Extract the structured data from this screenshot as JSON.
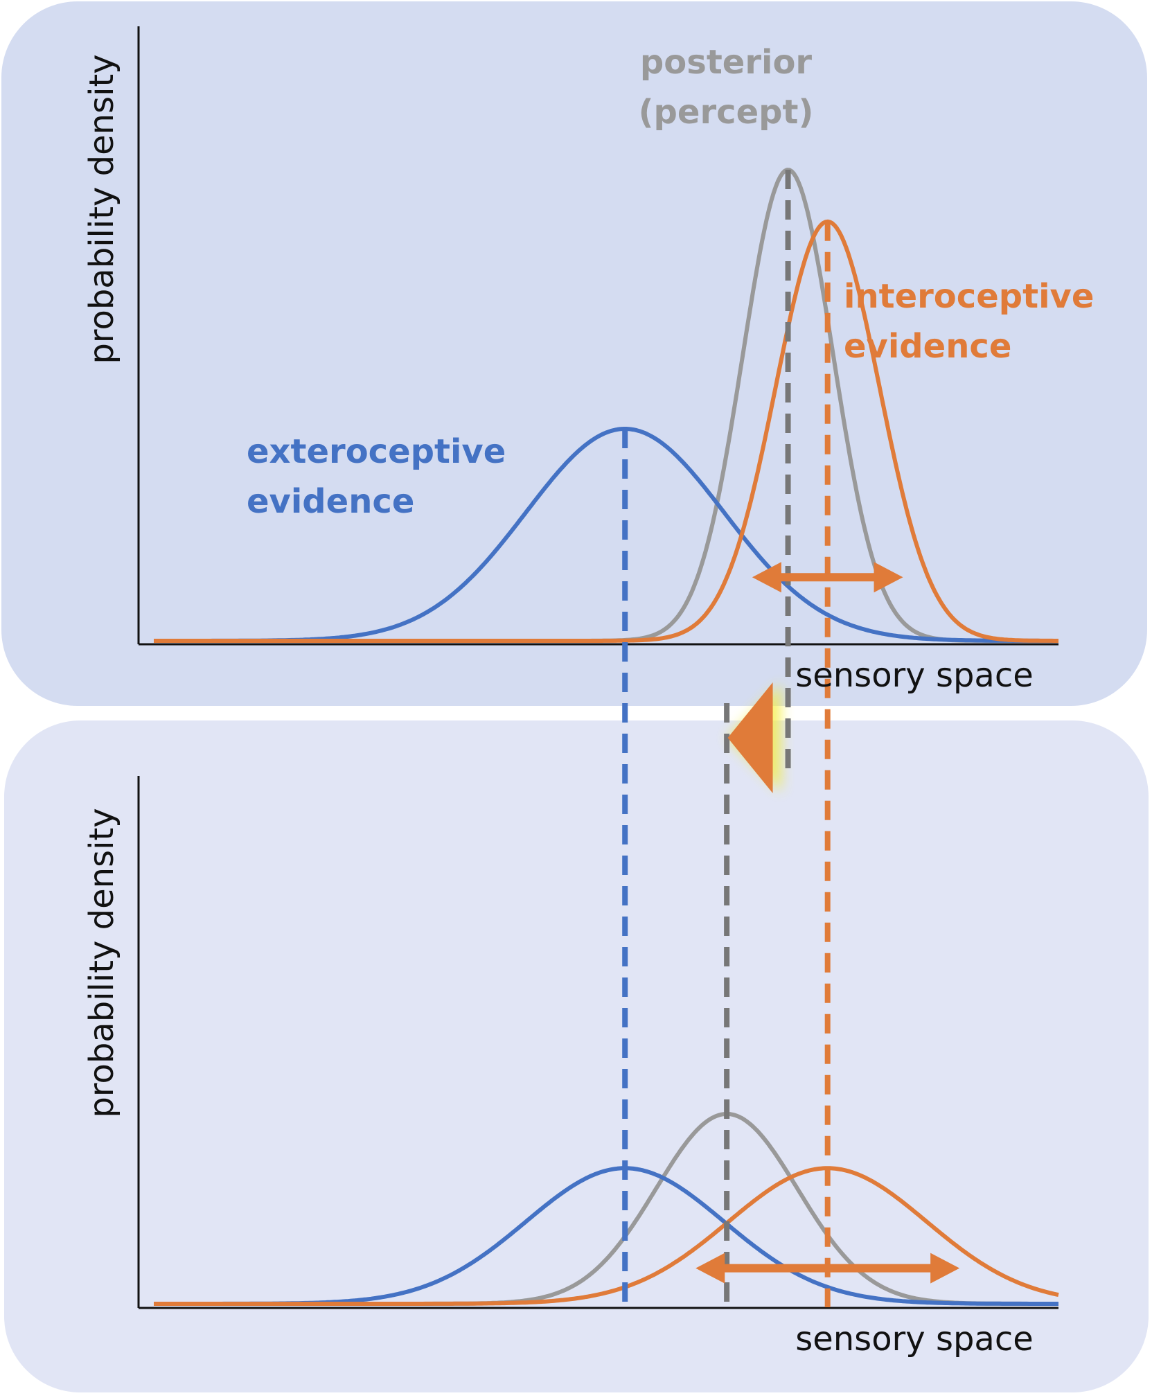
{
  "colors": {
    "exteroceptive": "#4472C4",
    "interoceptive": "#E07B39",
    "posterior": "#999999",
    "posterior_dash": "#777777",
    "glow": "#F4EE3A",
    "panel_top": "#D4DCF1",
    "panel_bottom": "#E1E5F5",
    "axis": "#111111"
  },
  "labels": {
    "ylabel": "probability density",
    "xlabel": "sensory space",
    "posterior_line1": "posterior",
    "posterior_line2": "(percept)",
    "intero_line1": "interoceptive",
    "intero_line2": "evidence",
    "extero_line1": "exteroceptive",
    "extero_line2": "evidence"
  },
  "chart_data": [
    {
      "type": "line",
      "panel": "top",
      "x_range": [
        -5,
        4.6
      ],
      "y_range": [
        0,
        1
      ],
      "series": [
        {
          "key": "exteroceptive",
          "mean": 0,
          "sd": 1.05,
          "peak": 0.45
        },
        {
          "key": "interoceptive",
          "mean": 2.15,
          "sd": 0.55,
          "peak": 0.89
        },
        {
          "key": "posterior",
          "mean": 1.73,
          "sd": 0.48,
          "peak": 1.0
        }
      ],
      "spread_arrow": {
        "x_start": 1.35,
        "x_end": 2.95,
        "y": 0.135
      }
    },
    {
      "type": "line",
      "panel": "bottom",
      "x_range": [
        -5,
        4.6
      ],
      "y_range": [
        0,
        1
      ],
      "series": [
        {
          "key": "exteroceptive",
          "mean": 0,
          "sd": 1.05,
          "peak": 0.45
        },
        {
          "key": "interoceptive",
          "mean": 2.15,
          "sd": 1.05,
          "peak": 0.45
        },
        {
          "key": "posterior",
          "mean": 1.08,
          "sd": 0.75,
          "peak": 0.63
        }
      ],
      "spread_arrow": {
        "x_start": 0.75,
        "x_end": 3.55,
        "y": 0.118
      }
    }
  ],
  "shift_arrow": {
    "from_x": 1.73,
    "to_x": 1.08,
    "direction": "left"
  }
}
